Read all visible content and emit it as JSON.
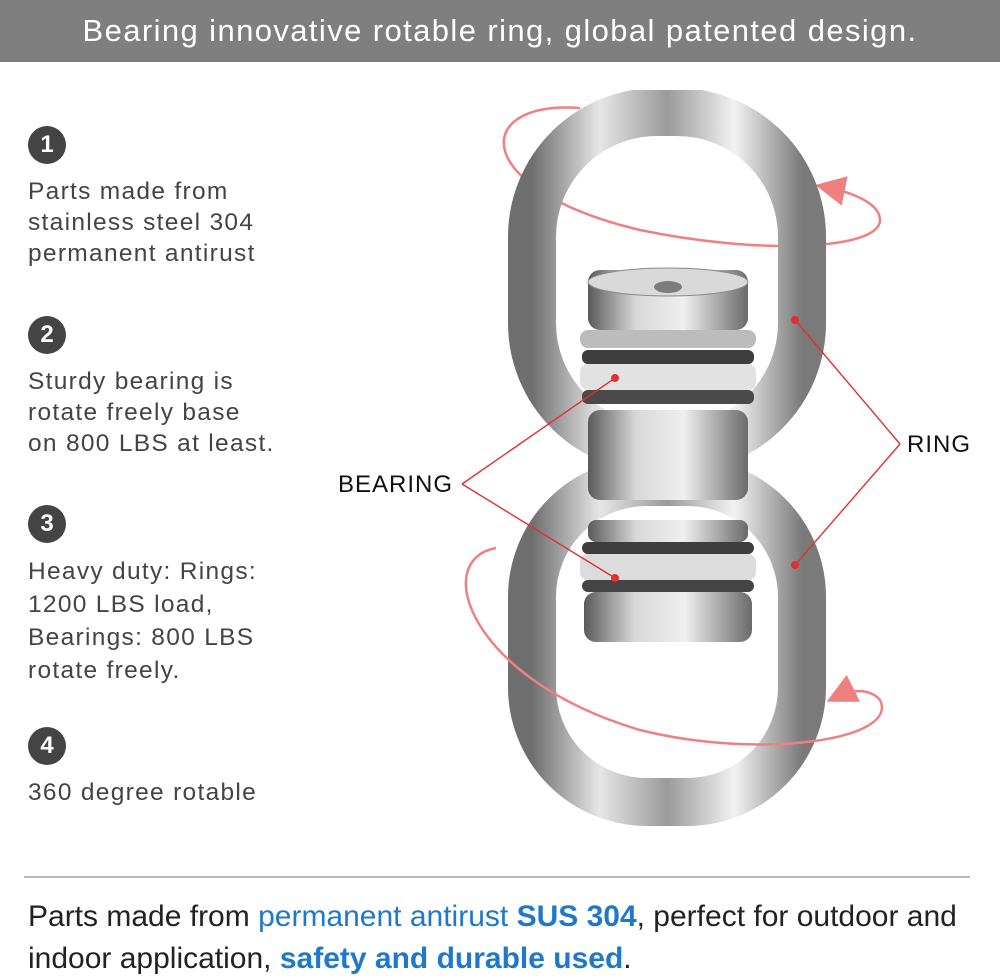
{
  "banner": {
    "title": "Bearing innovative rotable ring, global patented design."
  },
  "features": [
    {
      "number": "1",
      "text": "Parts made from\nstainless steel 304\npermanent antirust"
    },
    {
      "number": "2",
      "text": "Sturdy bearing is\nrotate freely base\non 800 LBS at least."
    },
    {
      "number": "3",
      "text": "Heavy duty: Rings:\n1200 LBS load,\nBearings: 800 LBS\nrotate freely."
    },
    {
      "number": "4",
      "text": "360 degree rotable"
    }
  ],
  "labels": {
    "bearing": "BEARING",
    "ring": "RING"
  },
  "footer": {
    "p1": "Parts made from ",
    "p2": "permanent antirust",
    "p3": " ",
    "p4": "SUS 304",
    "p5": ", perfect for outdoor and indoor application, ",
    "p6": "safety and durable used",
    "p7": "."
  },
  "colors": {
    "banner": "#7f7f7f",
    "badge": "#444444",
    "accent_blue": "#1f78c8",
    "arrow_red": "#f08080",
    "leader_red": "#e03030"
  },
  "icons": [
    "swivel-hook-image",
    "rotation-arrow-icon"
  ]
}
